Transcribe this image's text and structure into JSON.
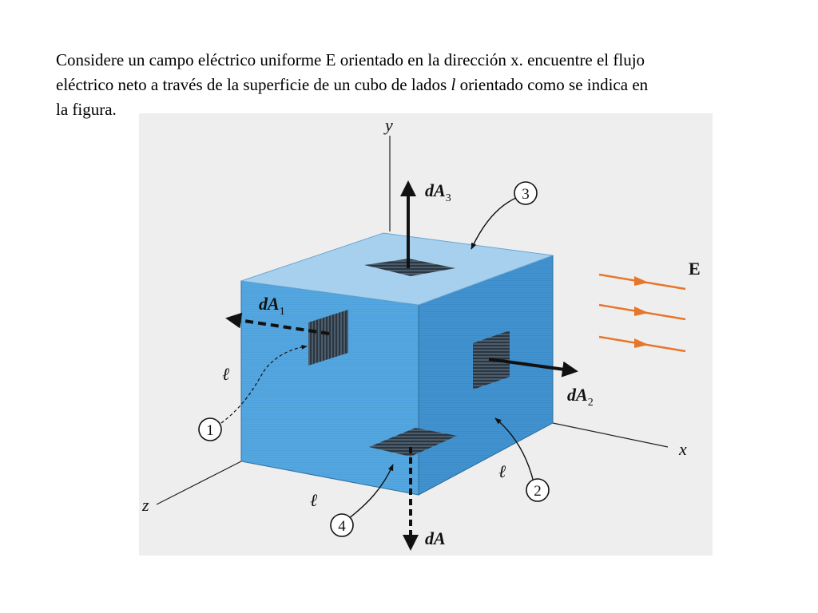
{
  "problem": {
    "line1": "Considere un campo eléctrico uniforme E orientado en la dirección x. encuentre el flujo",
    "line2_start": "eléctrico neto a través de la superficie de un cubo de lados ",
    "line2_var": "l",
    "line2_end": " orientado como se indica en",
    "line3": "la figura."
  },
  "figure": {
    "axis_y": "y",
    "axis_x": "x",
    "axis_z": "z",
    "field_label": "E",
    "dA1_main": "dA",
    "dA1_sub": "1",
    "dA2_main": "dA",
    "dA2_sub": "2",
    "dA3_main": "dA",
    "dA3_sub": "3",
    "dA4_label": "dA",
    "side_left": "ℓ",
    "side_bottom": "ℓ",
    "side_right": "ℓ",
    "face1": "1",
    "face2": "2",
    "face3": "3",
    "face4": "4",
    "colors": {
      "cube_front": "#4ea1dc",
      "cube_right": "#3b8cc9",
      "cube_top": "#a7d0ee",
      "background": "#eeeeee",
      "field_arrow": "#e8762a"
    }
  }
}
